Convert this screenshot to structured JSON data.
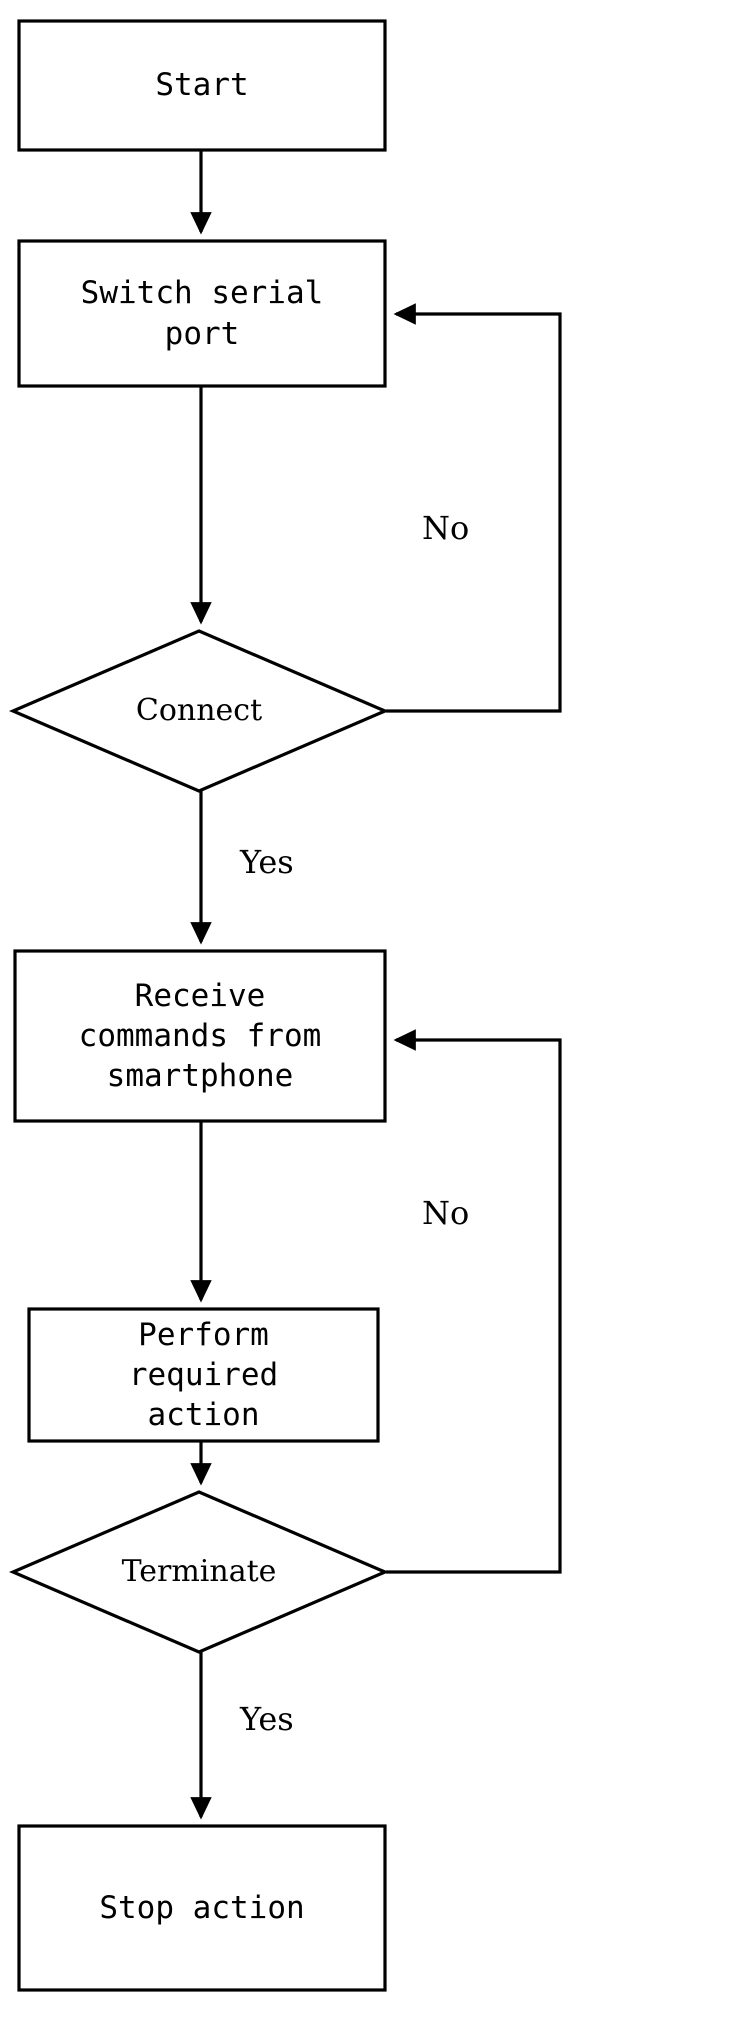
{
  "diagram": {
    "type": "flowchart",
    "title": "Serial port command handling flowchart",
    "stroke_color": "#000000",
    "fill_color": "#ffffff",
    "background": "#ffffff"
  },
  "nodes": {
    "start": {
      "label": "Start",
      "shape": "rectangle"
    },
    "switch_serial_port": {
      "label": "Switch serial\nport",
      "shape": "rectangle"
    },
    "connect": {
      "label": "Connect",
      "shape": "diamond"
    },
    "receive_commands": {
      "label": "Receive\ncommands from\nsmartphone",
      "shape": "rectangle"
    },
    "perform_action": {
      "label": "Perform\nrequired\naction",
      "shape": "rectangle"
    },
    "terminate": {
      "label": "Terminate",
      "shape": "diamond"
    },
    "stop_action": {
      "label": "Stop action",
      "shape": "rectangle"
    }
  },
  "edge_labels": {
    "connect_no": "No",
    "connect_yes": "Yes",
    "terminate_no": "No",
    "terminate_yes": "Yes"
  },
  "edges": [
    {
      "from": "start",
      "to": "switch_serial_port",
      "label": ""
    },
    {
      "from": "switch_serial_port",
      "to": "connect",
      "label": ""
    },
    {
      "from": "connect",
      "to": "switch_serial_port",
      "label": "No"
    },
    {
      "from": "connect",
      "to": "receive_commands",
      "label": "Yes"
    },
    {
      "from": "receive_commands",
      "to": "perform_action",
      "label": ""
    },
    {
      "from": "perform_action",
      "to": "terminate",
      "label": ""
    },
    {
      "from": "terminate",
      "to": "receive_commands",
      "label": "No"
    },
    {
      "from": "terminate",
      "to": "stop_action",
      "label": "Yes"
    }
  ]
}
